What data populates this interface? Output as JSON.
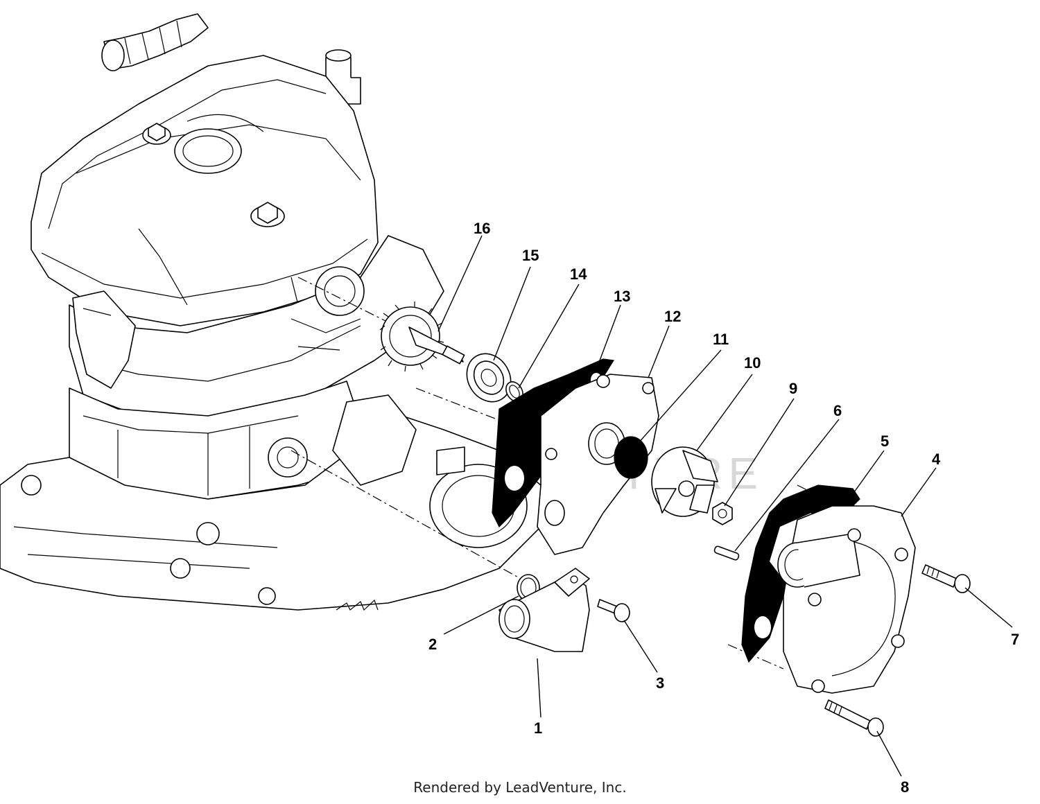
{
  "watermark": "LEADVENTURE",
  "credit": "Rendered by LeadVenture, Inc.",
  "callouts": [
    "1",
    "2",
    "3",
    "4",
    "5",
    "6",
    "7",
    "8",
    "9",
    "10",
    "11",
    "12",
    "13",
    "14",
    "15",
    "16"
  ]
}
